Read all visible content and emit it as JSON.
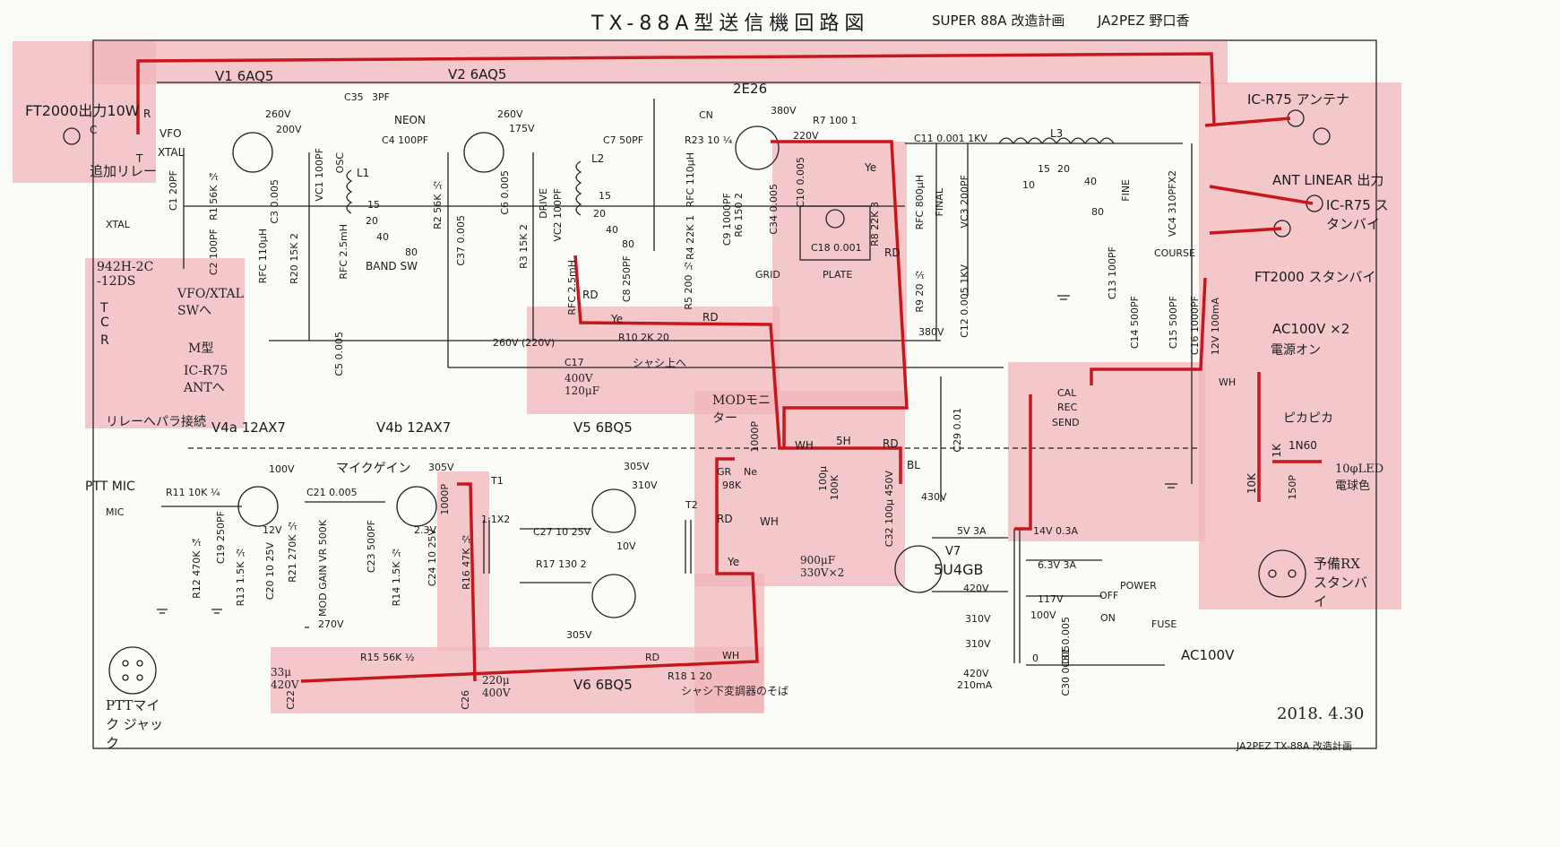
{
  "header": {
    "title": "TX-88A型送信機回路図",
    "plan": "SUPER 88A 改造計画",
    "author": "JA2PEZ 野口香"
  },
  "footer": {
    "date": "2018. 4.30",
    "credit": "JA2PEZ TX-88A 改造計画"
  },
  "tubes": {
    "v1": "V1 6AQ5",
    "v2": "V2 6AQ5",
    "final": "2E26",
    "v4a": "V4a 12AX7",
    "v4b": "V4b 12AX7",
    "v5": "V5 6BQ5",
    "v6": "V6 6BQ5",
    "v7": "V7",
    "rect": "5U4GB"
  },
  "annotations": {
    "ft2000_out": "FT2000出力10W",
    "relay_added": "追加リレー",
    "relay_type": "942H-2C -12DS",
    "vfo_xtal_sw": "VFO/XTAL SWへ",
    "m_type": "M型",
    "icr75_ant": "IC-R75 ANTへ",
    "relay_parallel": "リレーへパラ接続",
    "icr75_antenna": "IC-R75 アンテナ",
    "ant_linear": "ANT LINEAR 出力",
    "icr75_standby": "IC-R75 スタンバイ",
    "ft2000_standby": "FT2000 スタンバイ",
    "ac100v_x2": "AC100V ×2",
    "power_on": "電源オン",
    "pikapika": "ピカピカ",
    "led_bulb": "10φLED 電球色",
    "spare_rx": "予備RX スタンバイ",
    "ptt_jack": "PTTマイク ジャック",
    "mod_monitor": "MODモニター",
    "chassis_top": "シャシ上へ",
    "chassis_under": "シャシ下変調器のそば",
    "electrolytic": "900μF 330V×2",
    "c17_note": "400V 120μF",
    "c26_note": "220μ 400V",
    "c22_note": "33μ 420V",
    "mic_gain": "マイクゲイン",
    "ptt_mic": "PTT MIC",
    "mic": "MIC"
  },
  "labels": {
    "vfo": "VFO",
    "xtal": "XTAL",
    "neon": "NEON",
    "band_sw": "BAND SW",
    "osc": "OSC",
    "drive": "DRIVE",
    "grid": "GRID",
    "plate": "PLATE",
    "final": "FINAL",
    "fine": "FINE",
    "course": "COURSE",
    "cal": "CAL",
    "rec": "REC",
    "send": "SEND",
    "power": "POWER",
    "off": "OFF",
    "on": "ON",
    "fuse": "FUSE",
    "ac100v": "AC100V",
    "mod_gain": "MOD GAIN VR 500K",
    "t1": "T1",
    "t2": "T2",
    "ratio": "1:1X2",
    "l1": "L1",
    "l2": "L2",
    "l3": "L3",
    "cn": "CN",
    "c": "C",
    "r": "R",
    "t": "T"
  },
  "voltages": {
    "v260a": "260V",
    "v200": "200V",
    "v260b": "260V",
    "v175": "175V",
    "v380": "380V",
    "v220": "220V",
    "v260_220": "260V (220V)",
    "v380b": "380V",
    "v100": "100V",
    "v305a": "305V",
    "v305b": "305V",
    "v310": "310V",
    "v12": "12V",
    "v23": "2.3V",
    "v10": "10V",
    "v305c": "305V",
    "v270": "270V",
    "v430": "430V",
    "v5v3a": "5V 3A",
    "v14v": "14V 0.3A",
    "v63": "6.3V 3A",
    "v420a": "420V",
    "v117": "117V",
    "v100b": "100V",
    "v310a": "310V",
    "v310b": "310V",
    "v420b": "420V",
    "v210ma": "210mA",
    "v0": "0"
  },
  "components": {
    "c35": "C35",
    "c35v": "3PF",
    "c4": "C4 100PF",
    "c7": "C7 50PF",
    "c11": "C11 0.001 1KV",
    "r7": "R7 100 1",
    "r23": "R23 10 ¼",
    "c1": "C1 20PF",
    "r1": "R1 56K ¼",
    "c3": "C3 0.005",
    "vc1": "VC1 100PF",
    "rfc1": "RFC 110μH",
    "c2": "C2 100PF",
    "r20": "R20 15K 2",
    "rfc2": "RFC 2.5mH",
    "c5": "C5 0.005",
    "r2": "R2 56K ½",
    "c37": "C37 0.005",
    "c6": "C6 0.005",
    "r3": "R3 15K 2",
    "vc2": "VC2 100PF",
    "rfc3": "RFC 2.5mH",
    "c8": "C8 250PF",
    "rfc4": "RFC 110μH",
    "r4": "R4 22K 1",
    "r5": "R5 200 ½",
    "c9": "C9 1000PF",
    "r6": "R6 150 2",
    "c34": "C34 0.005",
    "c10": "C10 0.005",
    "r8": "R8 22K 3",
    "c18": "C18 0.001",
    "rfc5": "RFC 800μH",
    "vc3": "VC3 200PF",
    "r9": "R9 20 ½",
    "c12": "C12 0.005 1KV",
    "c13": "C13 100PF",
    "vc4": "VC4 310PFX2",
    "c14": "C14 500PF",
    "c15": "C15 500PF",
    "c16": "C16 1000PF",
    "r10": "R10 2K 20",
    "c17": "C17",
    "c29": "C29 0.01",
    "r11": "R11 10K ¼",
    "c19": "C19 250PF",
    "r12": "R12 470K ¼",
    "r13": "R13 1.5K ½",
    "c20": "C20 10 25V",
    "r21": "R21 270K ½",
    "c21": "C21 0.005",
    "c23": "C23 500PF",
    "r14": "R14 1.5K ½",
    "c24": "C24 10 25V",
    "r16": "R16 47K ½",
    "c27": "C27 10 25V",
    "r17": "R17 130 2",
    "r15": "R15 56K ½",
    "r18": "R18 1 20",
    "c22": "C22",
    "c26": "C26",
    "c30": "C30 0.005",
    "c31": "C31 0.005",
    "c32": "C32 100μ 450V",
    "l5h": "5H",
    "c1000p": "1000P",
    "c1000p2": "1000P",
    "c100u": "100μ",
    "c100k": "100K",
    "r98k": "98K",
    "gr": "GR",
    "ne": "Ne",
    "k1": "1K",
    "k10": "10K",
    "d1n60": "1N60",
    "c150p": "150P",
    "v12_100ma": "12V 100mA"
  },
  "wire_marks": {
    "rd": "RD",
    "ye": "Ye",
    "wh": "WH",
    "bl": "BL"
  },
  "bands": [
    "15",
    "20",
    "40",
    "80",
    "10"
  ]
}
